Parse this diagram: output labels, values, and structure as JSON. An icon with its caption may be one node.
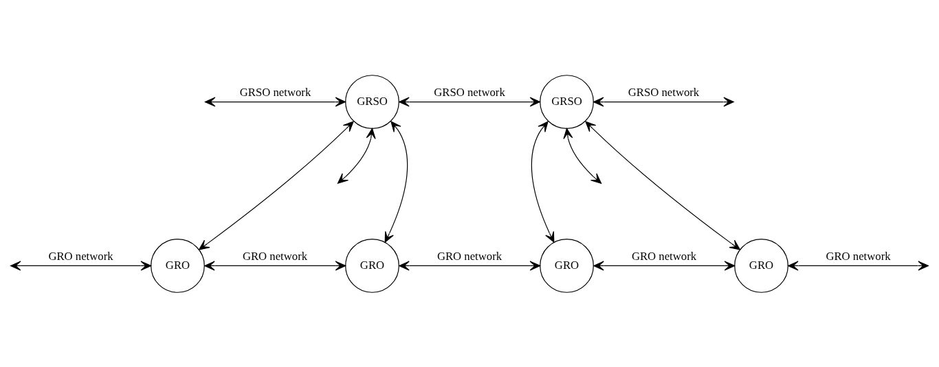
{
  "diagram": {
    "nodes": [
      {
        "text": [
          "GRSO"
        ]
      },
      {
        "text": [
          "GRSO"
        ]
      },
      {
        "text": [
          "GRO"
        ]
      },
      {
        "text": [
          "GRO"
        ]
      },
      {
        "text": [
          "GRO"
        ]
      },
      {
        "text": [
          "GRO"
        ]
      }
    ],
    "edges": [
      {
        "from": null,
        "to": 0,
        "arrow": "both",
        "label": "GRSO network"
      },
      {
        "from": 0,
        "to": 1,
        "arrow": "both",
        "label": "GRSO network"
      },
      {
        "from": 1,
        "to": null,
        "arrow": "both",
        "label": "GRSO network"
      },
      {
        "from": 0,
        "to": 2,
        "arrow": "both"
      },
      {
        "from": 0,
        "to": null,
        "arrow": "both"
      },
      {
        "from": 0,
        "to": 3,
        "arrow": "both"
      },
      {
        "from": 1,
        "to": 4,
        "arrow": "both"
      },
      {
        "from": 1,
        "to": null,
        "arrow": "both"
      },
      {
        "from": 1,
        "to": 5,
        "arrow": "both"
      },
      {
        "from": null,
        "to": 2,
        "arrow": "both",
        "label": "GRO network"
      },
      {
        "from": 2,
        "to": 3,
        "arrow": "both",
        "label": "GRO network"
      },
      {
        "from": 3,
        "to": 4,
        "arrow": "both",
        "label": "GRO network"
      },
      {
        "from": 4,
        "to": 5,
        "arrow": "both",
        "label": "GRO network"
      },
      {
        "from": 5,
        "to": null,
        "arrow": "both",
        "label": "GRO network"
      }
    ]
  }
}
